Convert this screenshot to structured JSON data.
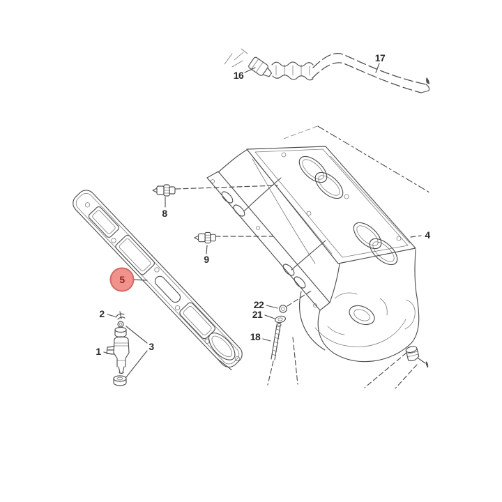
{
  "diagram_type": "exploded-parts-diagram",
  "colors": {
    "background": "#ffffff",
    "line": "#4f4f4f",
    "label": "#2b2b2b"
  },
  "highlight": {
    "fill": "#f2928c",
    "stroke": "#d06862",
    "text_color": "#8e2425"
  },
  "callouts": [
    {
      "text": "16"
    },
    {
      "text": "17"
    },
    {
      "text": "8"
    },
    {
      "text": "9"
    },
    {
      "text": "4"
    },
    {
      "text": "5",
      "highlighted": true
    },
    {
      "text": "2"
    },
    {
      "text": "1"
    },
    {
      "text": "3"
    },
    {
      "text": "22"
    },
    {
      "text": "21"
    },
    {
      "text": "18"
    }
  ]
}
